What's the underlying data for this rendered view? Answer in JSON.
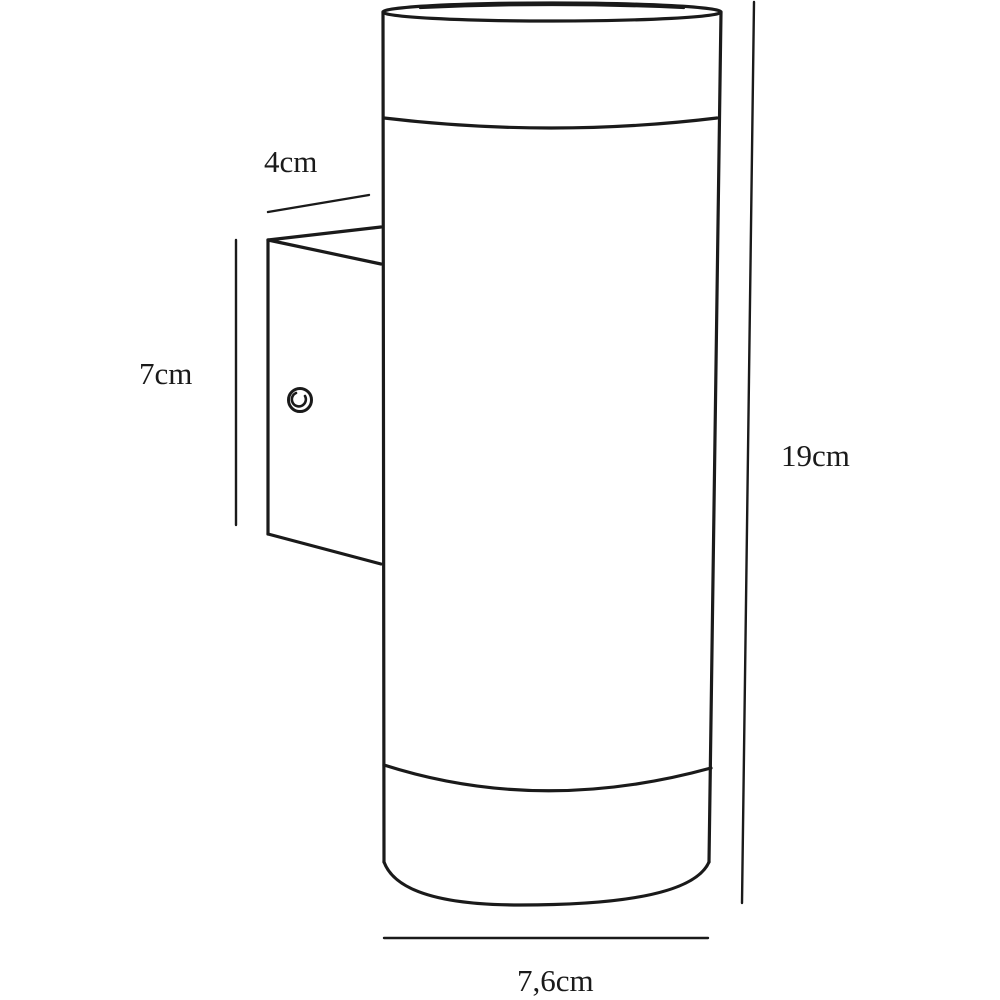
{
  "dimensions": {
    "depth": "4cm",
    "bracket_height": "7cm",
    "total_height": "19cm",
    "diameter": "7,6cm"
  },
  "colors": {
    "line": "#1a1a1a",
    "background": "#ffffff"
  }
}
